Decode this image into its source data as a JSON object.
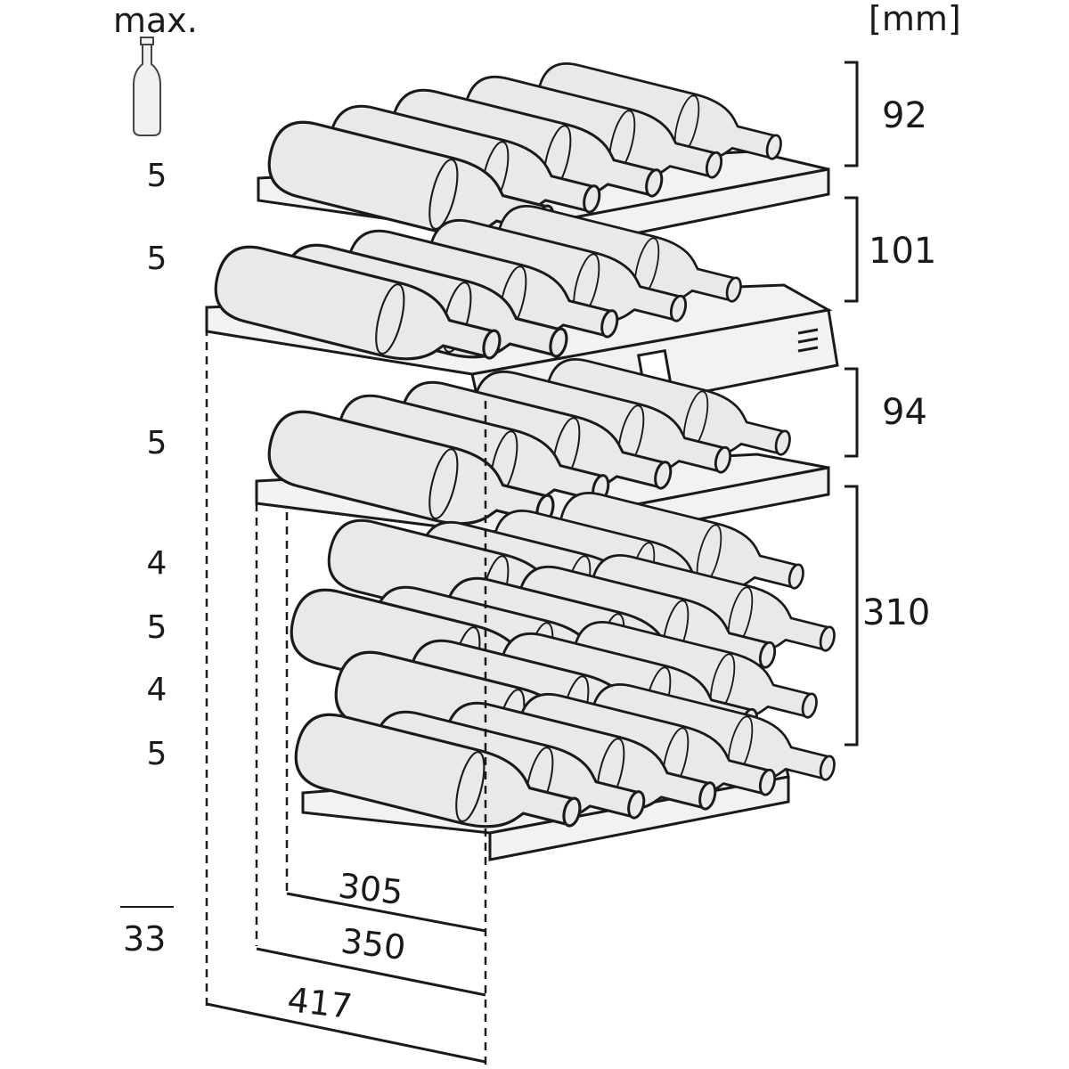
{
  "header": {
    "max_label": "max.",
    "unit_label": "[mm]"
  },
  "bottle_icon": "bottle-icon",
  "shelf_counts": [
    "5",
    "5",
    "5",
    "4",
    "5",
    "4",
    "5"
  ],
  "total_count": "33",
  "heights": [
    "92",
    "101",
    "94",
    "310"
  ],
  "depths": [
    "305",
    "350",
    "417"
  ],
  "colors": {
    "line": "#1a1a1a",
    "bottle_fill": "#e9e9e9",
    "shelf_fill": "#f2f2f2"
  }
}
